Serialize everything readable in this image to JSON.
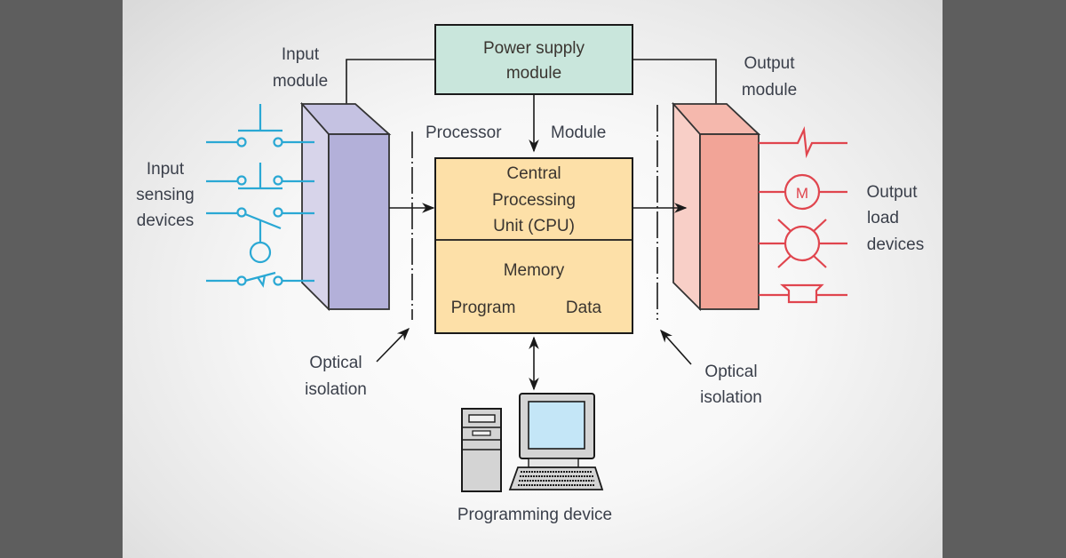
{
  "title": "PLC architecture block diagram",
  "colors": {
    "side_panel": "#5e5e5e",
    "input_module": "#b3b0d9",
    "input_module_side": "#d7d4ea",
    "output_module": "#f2a497",
    "output_module_side": "#f8cfc7",
    "power_supply": "#c9e6dc",
    "processor": "#fde0a8",
    "input_wiring": "#2aa8d4",
    "output_wiring": "#e0454e",
    "monitor_screen": "#c4e6f7"
  },
  "labels": {
    "input_module": [
      "Input",
      "module"
    ],
    "input_devices": [
      "Input",
      "sensing",
      "devices"
    ],
    "power_supply": [
      "Power supply",
      "module"
    ],
    "processor_left": "Processor",
    "processor_right": "Module",
    "cpu": [
      "Central",
      "Processing",
      "Unit (CPU)"
    ],
    "memory": "Memory",
    "program": "Program",
    "data": "Data",
    "output_module": [
      "Output",
      "module"
    ],
    "output_devices": [
      "Output",
      "load",
      "devices"
    ],
    "optical_isolation_left": [
      "Optical",
      "isolation"
    ],
    "optical_isolation_right": [
      "Optical",
      "isolation"
    ],
    "programming_device": "Programming device",
    "motor_symbol": "M"
  },
  "input_devices": [
    {
      "name": "pushbutton-normally-open"
    },
    {
      "name": "pushbutton-normally-closed"
    },
    {
      "name": "float-switch"
    },
    {
      "name": "temperature-switch"
    }
  ],
  "output_devices": [
    {
      "name": "heater"
    },
    {
      "name": "motor"
    },
    {
      "name": "pilot-light"
    },
    {
      "name": "horn"
    }
  ]
}
